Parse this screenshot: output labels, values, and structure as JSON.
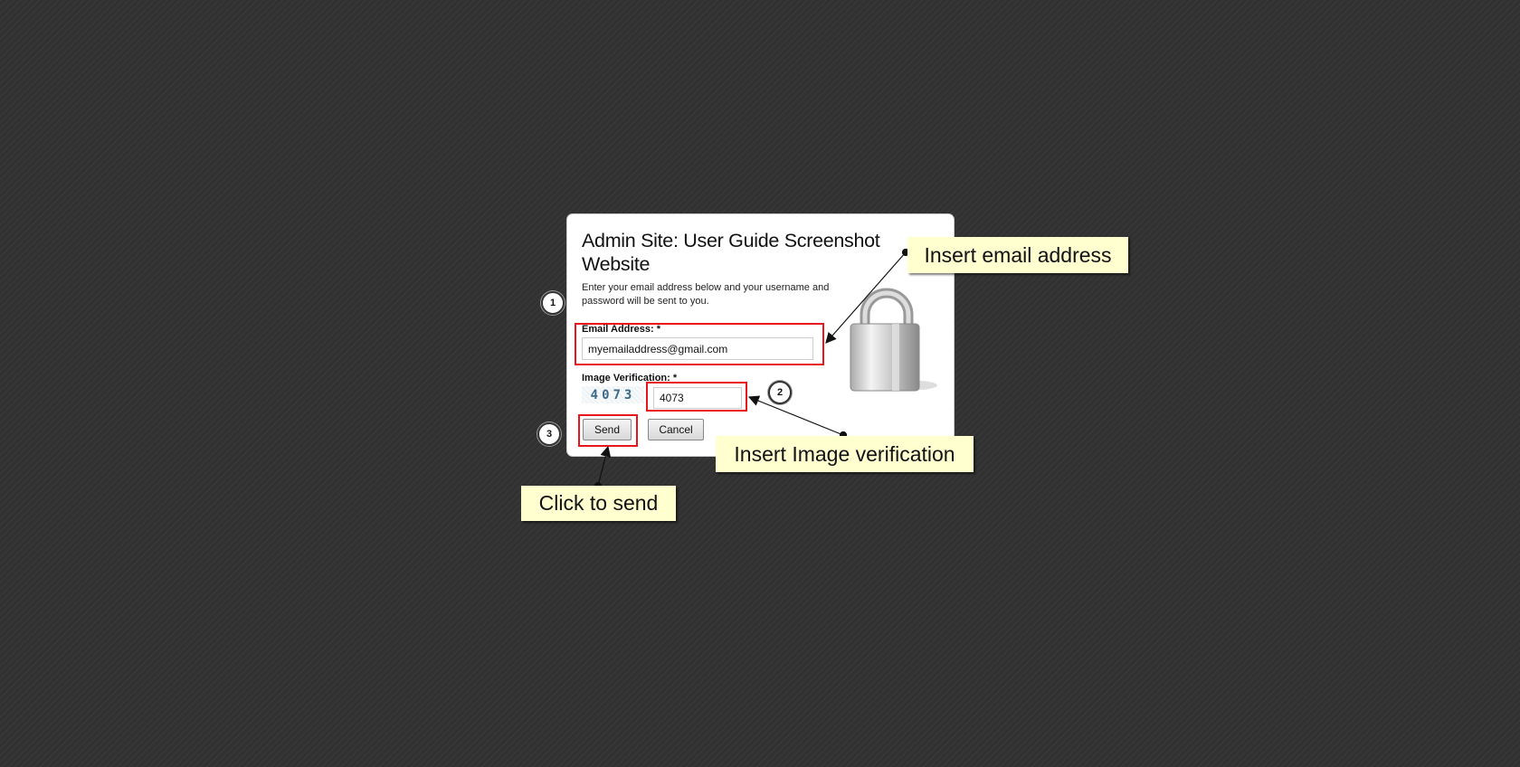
{
  "dialog": {
    "title": "Admin Site: User Guide Screenshot Website",
    "description": "Enter your email address below and your username and password will be sent to you.",
    "email_label": "Email Address: *",
    "email_value": "myemailaddress@gmail.com",
    "verification_label": "Image Verification: *",
    "captcha_text": "4073",
    "verification_value": "4073",
    "send_label": "Send",
    "cancel_label": "Cancel"
  },
  "annotations": {
    "steps": [
      "1",
      "2",
      "3"
    ],
    "callouts": {
      "email": "Insert email address",
      "verification": "Insert Image verification",
      "send": "Click to send"
    },
    "highlight_color": "#e8161b",
    "callout_color": "#ffffd0"
  }
}
